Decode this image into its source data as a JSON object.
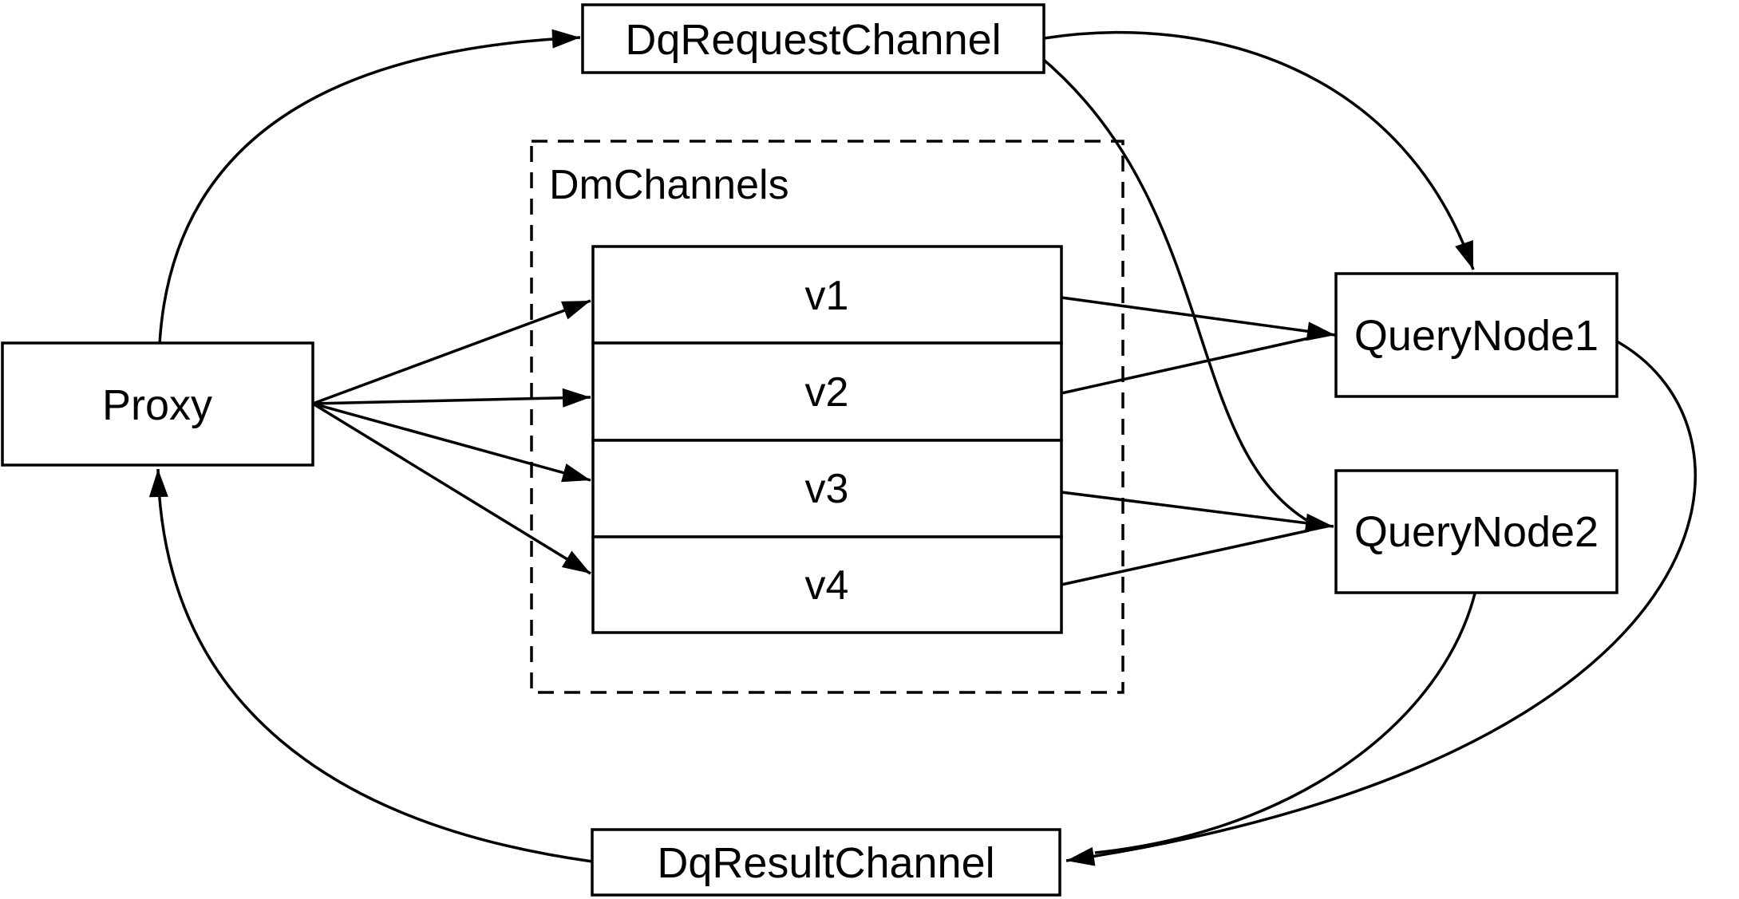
{
  "diagram": {
    "colors": {
      "background": "#ffffff",
      "line": "#000000",
      "text": "#000000"
    },
    "nodes": {
      "proxy": {
        "label": "Proxy"
      },
      "dq_request_channel": {
        "label": "DqRequestChannel"
      },
      "dm_channels_group": {
        "label": "DmChannels"
      },
      "v1": {
        "label": "v1"
      },
      "v2": {
        "label": "v2"
      },
      "v3": {
        "label": "v3"
      },
      "v4": {
        "label": "v4"
      },
      "query_node_1": {
        "label": "QueryNode1"
      },
      "query_node_2": {
        "label": "QueryNode2"
      },
      "dq_result_channel": {
        "label": "DqResultChannel"
      }
    },
    "edges": [
      {
        "from": "Proxy",
        "to": "DqRequestChannel"
      },
      {
        "from": "Proxy",
        "to": "v1"
      },
      {
        "from": "Proxy",
        "to": "v2"
      },
      {
        "from": "Proxy",
        "to": "v3"
      },
      {
        "from": "Proxy",
        "to": "v4"
      },
      {
        "from": "DqRequestChannel",
        "to": "QueryNode1"
      },
      {
        "from": "DqRequestChannel",
        "to": "QueryNode2"
      },
      {
        "from": "v1",
        "to": "QueryNode1"
      },
      {
        "from": "v2",
        "to": "QueryNode1"
      },
      {
        "from": "v3",
        "to": "QueryNode2"
      },
      {
        "from": "v4",
        "to": "QueryNode2"
      },
      {
        "from": "QueryNode1",
        "to": "DqResultChannel"
      },
      {
        "from": "QueryNode2",
        "to": "DqResultChannel"
      },
      {
        "from": "DqResultChannel",
        "to": "Proxy"
      }
    ]
  }
}
